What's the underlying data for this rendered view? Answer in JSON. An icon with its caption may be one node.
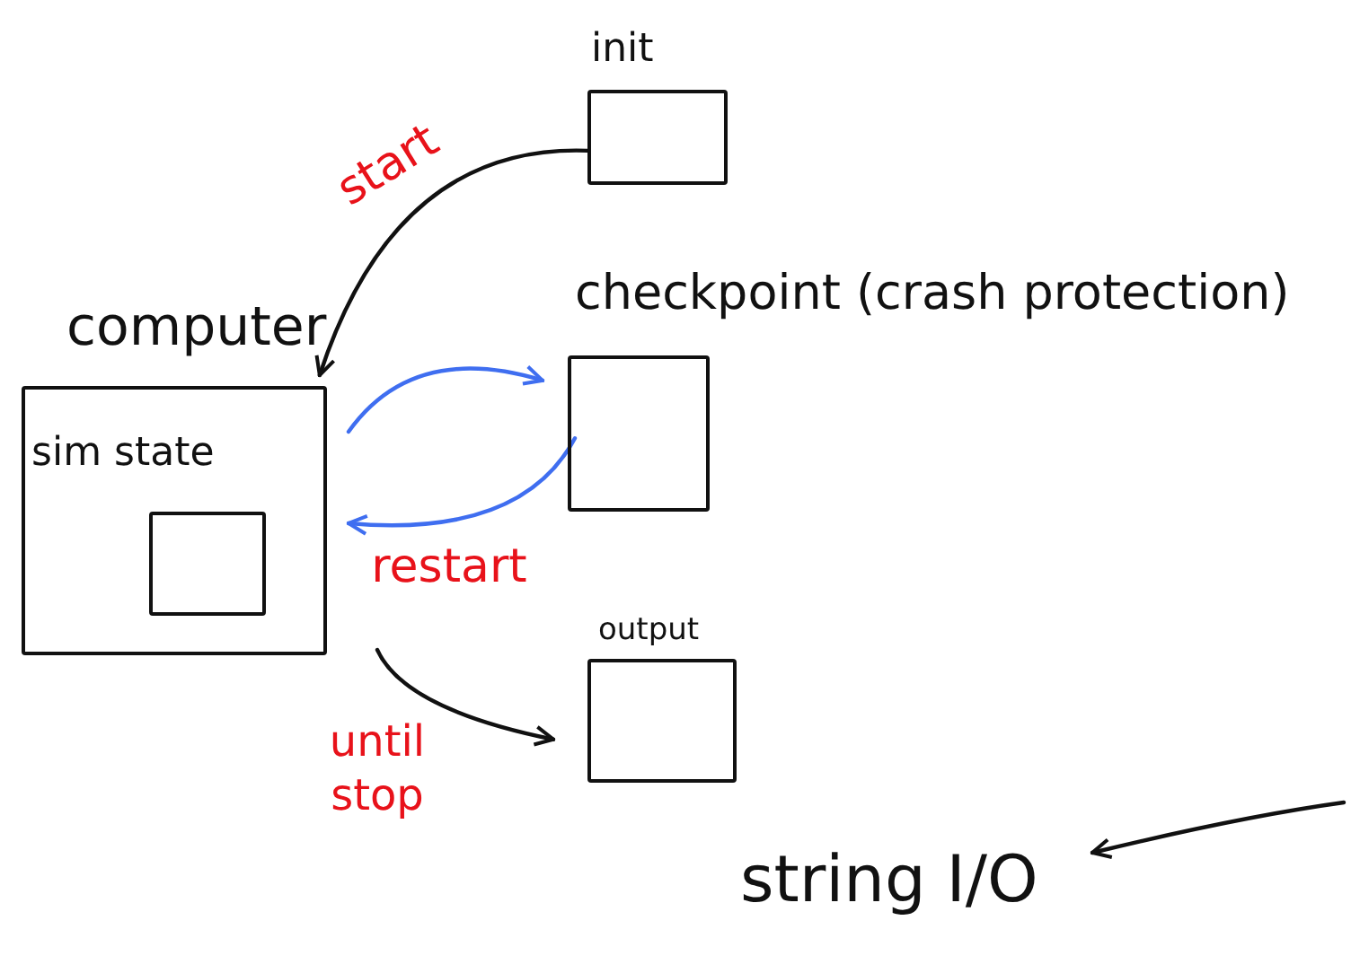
{
  "diagram": {
    "nodes": [
      {
        "text": [
          "computer"
        ]
      },
      {
        "text": [
          "sim state"
        ],
        "in": 0
      },
      {
        "text": [
          "init"
        ]
      },
      {
        "text": [
          "checkpoint (crash protection)"
        ]
      },
      {
        "text": [
          "output"
        ]
      },
      {
        "text": [
          "string I/O"
        ]
      }
    ],
    "edges": [
      {
        "from": 2,
        "to": 0,
        "arrow": "to",
        "label": "start"
      },
      {
        "from": 0,
        "to": 3,
        "arrow": "to",
        "color": "#3f6ef0"
      },
      {
        "from": 3,
        "to": 0,
        "arrow": "to",
        "label": "restart",
        "color": "#3f6ef0"
      },
      {
        "from": 0,
        "to": 4,
        "arrow": "to",
        "label": "until stop"
      },
      {
        "from": null,
        "to": 5,
        "arrow": "to"
      }
    ]
  }
}
